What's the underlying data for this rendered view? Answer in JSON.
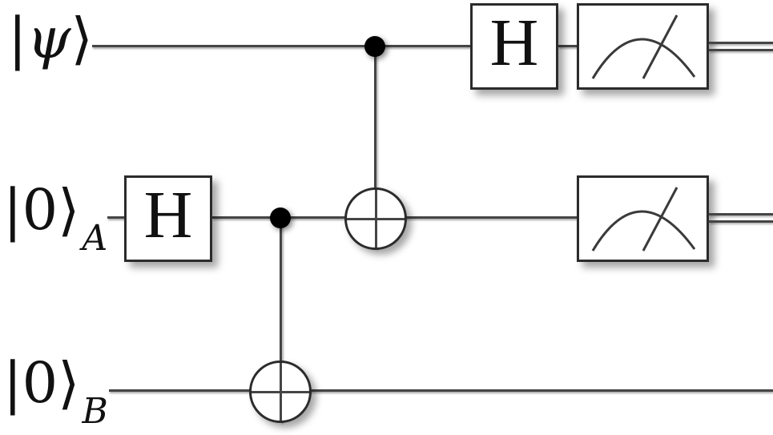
{
  "circuit": {
    "wires": [
      {
        "pre": "|",
        "sym": "ψ",
        "post": "⟩",
        "sub": ""
      },
      {
        "pre": "|",
        "sym": "0",
        "post": "⟩",
        "sub": "A"
      },
      {
        "pre": "|",
        "sym": "0",
        "post": "⟩",
        "sub": "B"
      }
    ],
    "gates": [
      {
        "type": "hadamard",
        "label": "H",
        "wire": 1
      },
      {
        "type": "cnot",
        "control_wire": 1,
        "target_wire": 2
      },
      {
        "type": "cnot",
        "control_wire": 0,
        "target_wire": 1
      },
      {
        "type": "hadamard",
        "label": "H",
        "wire": 0
      },
      {
        "type": "measurement",
        "icon": "meter-icon",
        "wire": 0,
        "output": "classical-double-wire"
      },
      {
        "type": "measurement",
        "icon": "meter-icon",
        "wire": 1,
        "output": "classical-double-wire"
      }
    ],
    "colors": {
      "wire": "#454545",
      "border": "#2b2b2b",
      "dot": "#000000",
      "background": "#ffffff"
    }
  }
}
